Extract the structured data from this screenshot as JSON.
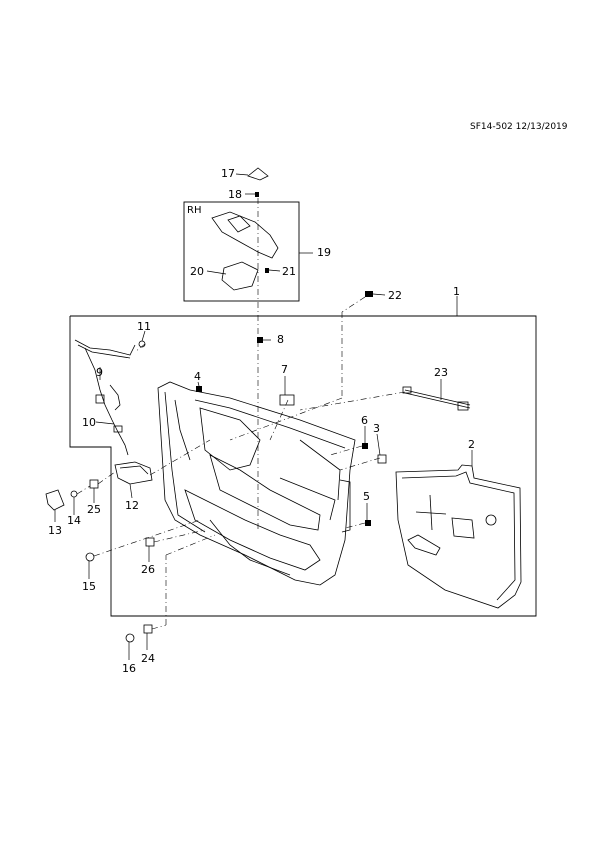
{
  "document_id": "SF14-502 12/13/2019",
  "inset_label": "RH",
  "callouts": {
    "c1": "1",
    "c2": "2",
    "c3": "3",
    "c4": "4",
    "c5": "5",
    "c6": "6",
    "c7": "7",
    "c8": "8",
    "c9": "9",
    "c10": "10",
    "c11": "11",
    "c12": "12",
    "c13": "13",
    "c14": "14",
    "c15": "15",
    "c16": "16",
    "c17": "17",
    "c18": "18",
    "c19": "19",
    "c20": "20",
    "c21": "21",
    "c22": "22",
    "c23": "23",
    "c24": "24",
    "c25": "25",
    "c26": "26"
  }
}
